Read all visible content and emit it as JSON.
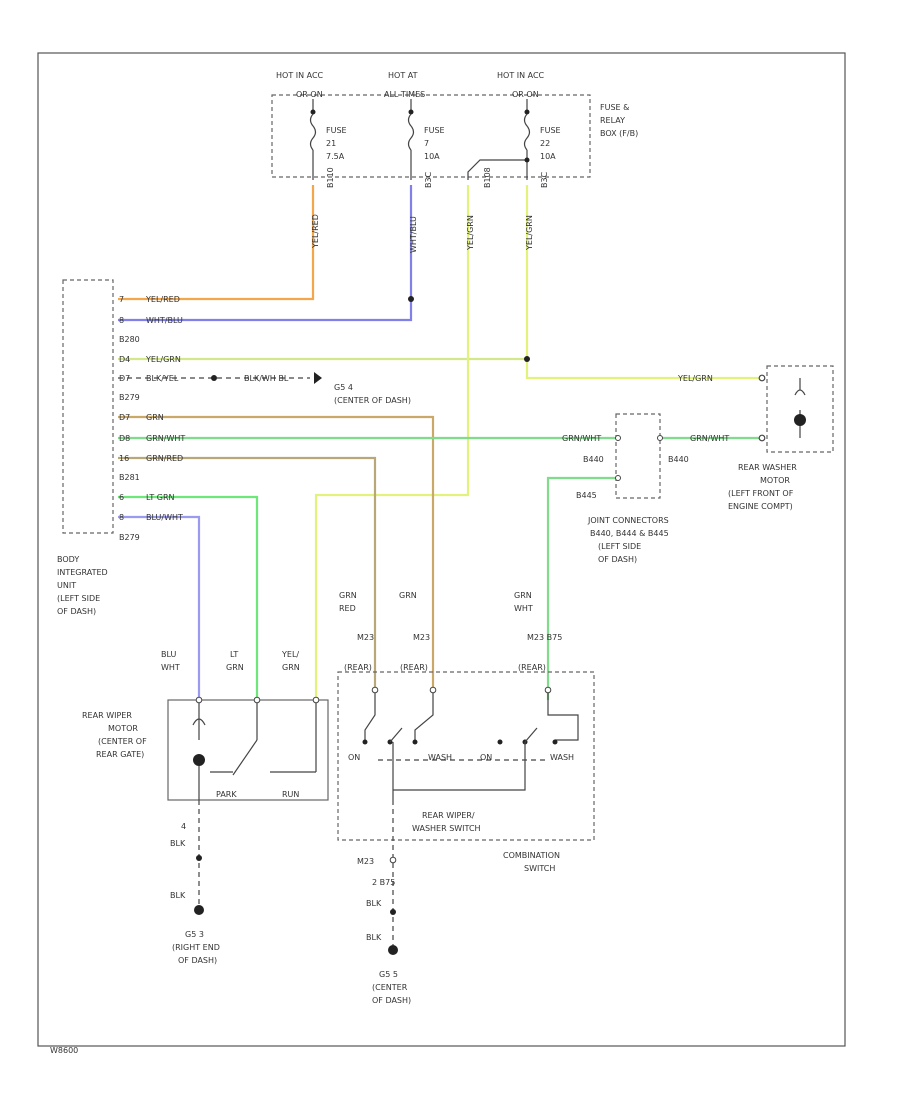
{
  "fuse_box": {
    "hot_labels": [
      {
        "line1": "HOT IN ACC",
        "line2": "OR ON"
      },
      {
        "line1": "HOT AT",
        "line2": "ALL TIMES"
      },
      {
        "line1": "HOT IN ACC",
        "line2": "OR ON"
      }
    ],
    "fuses": [
      {
        "name": "FUSE",
        "number": "21",
        "rating": "7.5A"
      },
      {
        "name": "FUSE",
        "number": "7",
        "rating": "10A"
      },
      {
        "name": "FUSE",
        "number": "22",
        "rating": "10A"
      }
    ],
    "title_lines": [
      "FUSE &",
      "RELAY",
      "BOX (F/B)"
    ],
    "connector_labels": [
      "B110",
      "B3C",
      "B108",
      "B3C"
    ]
  },
  "wire_vertical_labels": [
    "YEL/RED",
    "WHT/BLU",
    "YEL/GRN",
    "YEL/GRN"
  ],
  "biu": {
    "pins": [
      {
        "num": "7",
        "color": "YEL/RED"
      },
      {
        "num": "8",
        "color": "WHT/BLU"
      },
      {
        "num": "D4",
        "color": "YEL/GRN"
      },
      {
        "num": "D7",
        "color": "BLK/YEL"
      },
      {
        "num": "D7",
        "color": "GRN"
      },
      {
        "num": "D8",
        "color": "GRN/WHT"
      },
      {
        "num": "16",
        "color": "GRN/RED"
      },
      {
        "num": "6",
        "color": "LT GRN"
      },
      {
        "num": "8",
        "color": "BLU/WHT"
      }
    ],
    "connectors": [
      "B280",
      "B279",
      "B281",
      "B279"
    ],
    "label_lines": [
      "BODY",
      "INTEGRATED",
      "UNIT",
      "(LEFT SIDE",
      "OF DASH)"
    ]
  },
  "ground_g4": {
    "wire_label": "BLK/WH BL",
    "name": "G5 4",
    "location": "(CENTER OF DASH)"
  },
  "washer_motor": {
    "wire_label": "YEL/GRN",
    "label_lines": [
      "REAR WASHER",
      "MOTOR",
      "(LEFT FRONT OF",
      "ENGINE COMPT)"
    ]
  },
  "joint_connector": {
    "wire_label_left": "GRN/WHT",
    "wire_label_right": "GRN/WHT",
    "ids": [
      "B440",
      "B440",
      "B445"
    ],
    "label_lines": [
      "JOINT CONNECTORS",
      "B440, B444 & B445",
      "(LEFT SIDE",
      "OF DASH)"
    ]
  },
  "harness_labels": [
    {
      "line1": "GRN",
      "line2": "RED"
    },
    {
      "line1": "GRN",
      "line2": ""
    },
    {
      "line1": "GRN",
      "line2": "WHT"
    }
  ],
  "motor_wire_labels": [
    {
      "line1": "BLU",
      "line2": "WHT"
    },
    {
      "line1": "LT",
      "line2": "GRN"
    },
    {
      "line1": "YEL/",
      "line2": "GRN"
    }
  ],
  "rear_wiper_motor": {
    "label_lines": [
      "REAR WIPER",
      "MOTOR",
      "(CENTER OF",
      "REAR GATE)"
    ],
    "switch_labels": [
      "PARK",
      "RUN"
    ],
    "ground_wire": "BLK",
    "ground_pin": "4"
  },
  "ground_g3": {
    "wire_label": "BLK",
    "label_lines": [
      "G5 3",
      "(RIGHT END",
      "OF DASH)"
    ]
  },
  "switch": {
    "connector_labels": [
      "M23",
      "M23",
      "M23  B75"
    ],
    "pin_labels": [
      "(REAR)",
      "(REAR)",
      "(REAR)"
    ],
    "positions": [
      "ON",
      "WASH",
      "ON",
      "WASH"
    ],
    "title_lines": [
      "REAR WIPER/",
      "WASHER SWITCH"
    ],
    "combo_lines": [
      "COMBINATION",
      "SWITCH"
    ],
    "lower_connector": "M23",
    "lower_pin": "2   B75"
  },
  "ground_g5": {
    "wire_label_1": "BLK",
    "wire_label_2": "BLK",
    "label_lines": [
      "G5 5",
      "(CENTER",
      "OF DASH)"
    ]
  },
  "footer": "W8600"
}
